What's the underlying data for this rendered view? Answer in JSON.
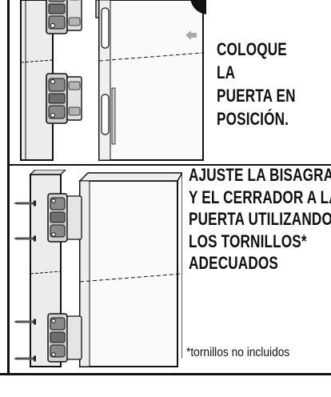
{
  "step1": {
    "instruction": "COLOQUE LA\nPUERTA EN\nPOSICIÓN."
  },
  "step2": {
    "instruction": "AJUSTE LA BISAGRA\nY EL CERRADOR A LA\nPUERTA UTILIZANDO\nLOS TORNILLOS*\nADECUADOS"
  },
  "footnote": "*tornillos no incluidos",
  "icons": [
    "hinge-illustration",
    "door-illustration",
    "screw-icon",
    "arrow-left-icon"
  ],
  "colors": {
    "ink": "#111111",
    "paper": "#ffffff",
    "frame_panel": "#ececec",
    "hinge_metal": "#9a9a9a",
    "arrow": "#aaaaaa"
  }
}
